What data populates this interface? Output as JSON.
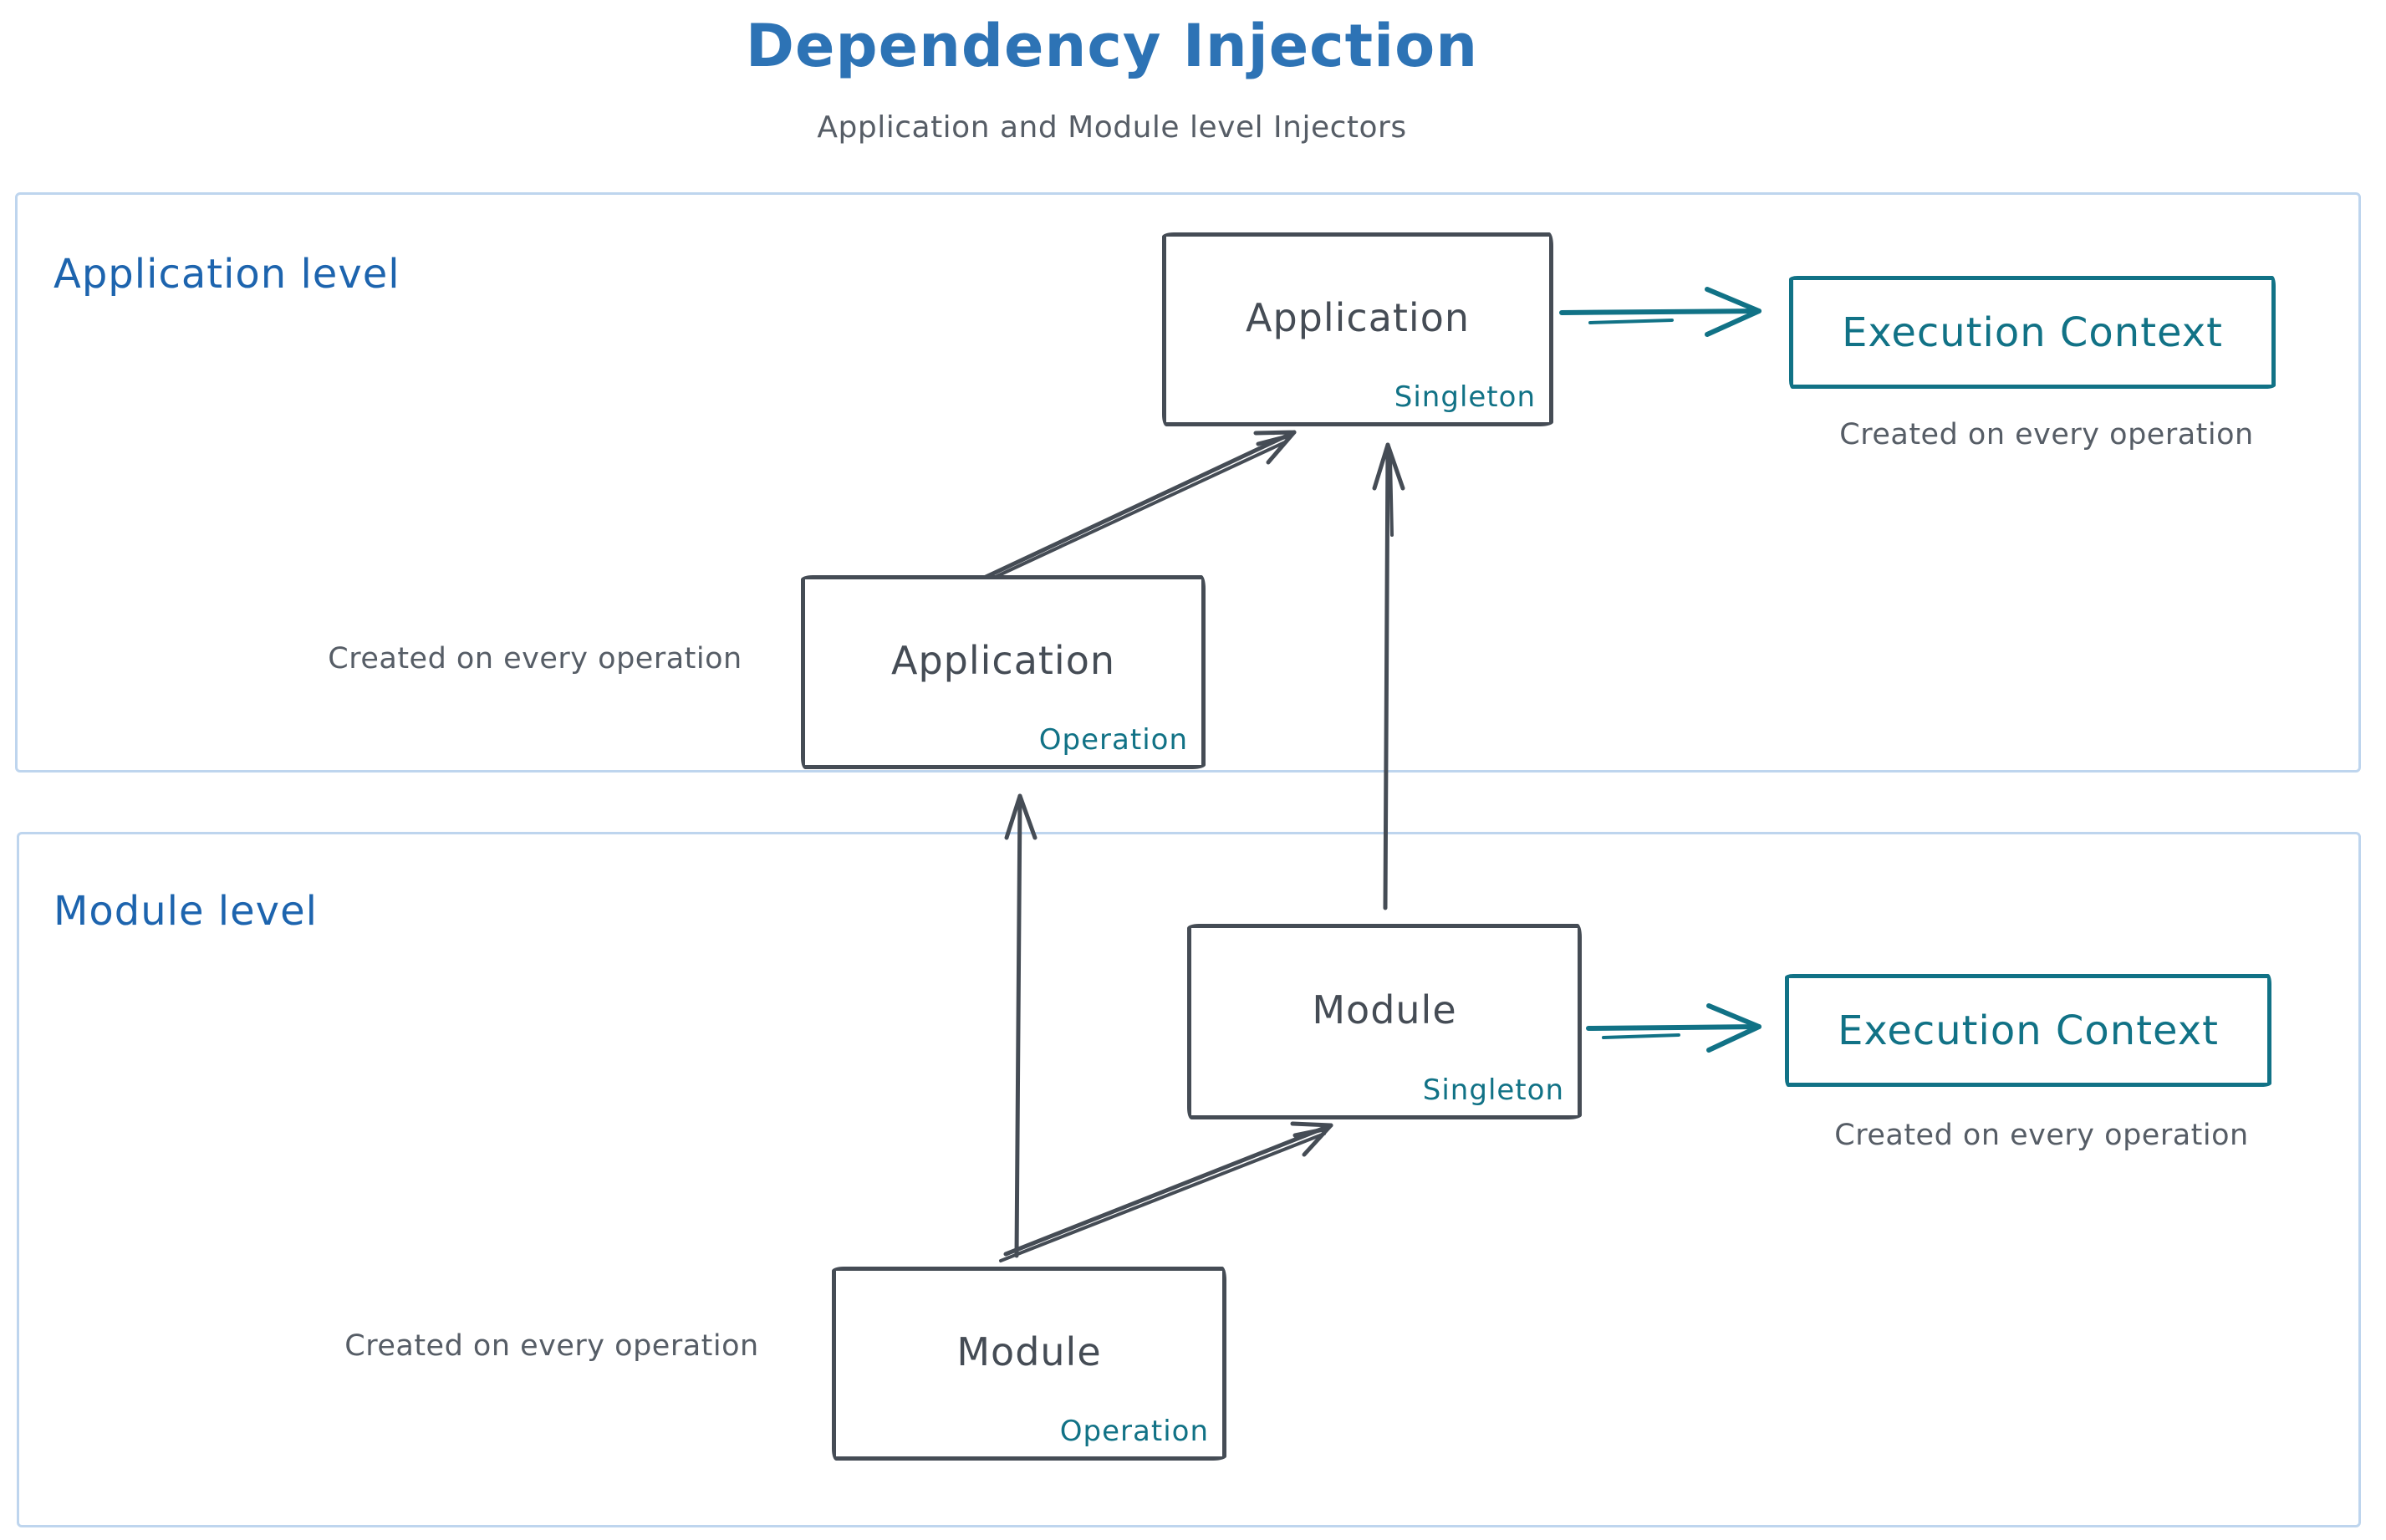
{
  "title": "Dependency Injection",
  "subtitle": "Application and Module level Injectors",
  "colors": {
    "title_blue": "#2d73b5",
    "section_blue": "#1d64ae",
    "teal": "#117286",
    "dark": "#454c55",
    "caption_gray": "#565d66",
    "container_border": "#bed5ee"
  },
  "sections": {
    "application": {
      "label": "Application level"
    },
    "module": {
      "label": "Module level"
    }
  },
  "nodes": {
    "app_singleton": {
      "name": "Application",
      "scope": "Singleton"
    },
    "app_operation": {
      "name": "Application",
      "scope": "Operation"
    },
    "module_singleton": {
      "name": "Module",
      "scope": "Singleton"
    },
    "module_operation": {
      "name": "Module",
      "scope": "Operation"
    },
    "app_execution_context": {
      "name": "Execution Context",
      "caption": "Created on every operation"
    },
    "module_execution_context": {
      "name": "Execution Context",
      "caption": "Created on every operation"
    }
  },
  "labels": {
    "app_operation_caption": "Created on every operation",
    "module_operation_caption": "Created on every operation"
  }
}
